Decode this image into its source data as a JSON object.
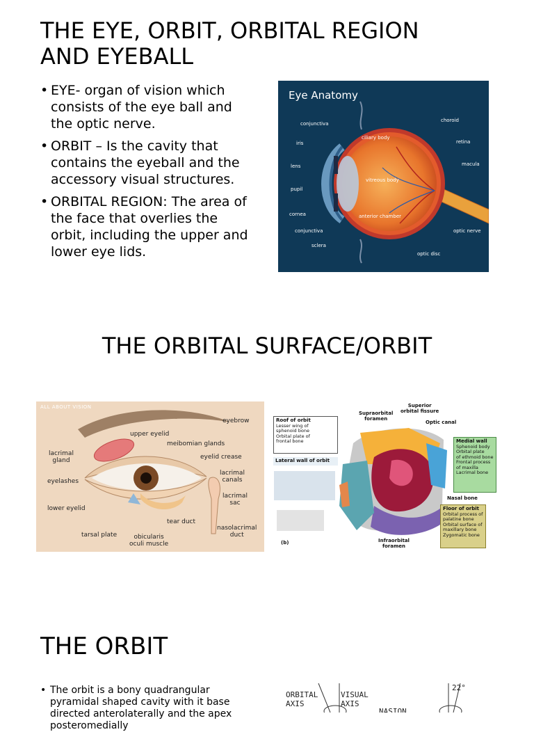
{
  "section1": {
    "title_line1": "THE EYE, ORBIT, ORBITAL REGION",
    "title_line2": "AND EYEBALL",
    "bullets": [
      "EYE- organ of vision which consists of the eye ball and the optic nerve.",
      "ORBIT – Is the cavity that contains the eyeball and the accessory visual structures.",
      "ORBITAL REGION: The area of the face that overlies the orbit, including the upper  and lower eye lids."
    ],
    "figure": {
      "title": "Eye Anatomy",
      "labels": {
        "conjunctiva_top": "conjunctiva",
        "iris": "iris",
        "lens": "lens",
        "pupil": "pupil",
        "cornea": "cornea",
        "conjunctiva_bottom": "conjunctiva",
        "sclera": "sclera",
        "ciliary_body": "ciliary body",
        "vitreous_body": "vitreous body",
        "anterior_chamber": "anterior chamber",
        "choroid": "choroid",
        "retina": "retina",
        "macula": "macula",
        "optic_nerve": "optic nerve",
        "optic_disc": "optic disc"
      }
    }
  },
  "section2": {
    "title": "THE ORBITAL SURFACE/ORBIT",
    "face_figure": {
      "brand": "ALL ABOUT VISION",
      "labels": {
        "eyebrow": "eyebrow",
        "upper_eyelid": "upper eyelid",
        "meibomian_glands": "meibomian glands",
        "lacrimal_gland": "lacrimal\ngland",
        "eyelid_crease": "eyelid crease",
        "eyelashes": "eyelashes",
        "lacrimal_canals": "lacrimal\ncanals",
        "lacrimal_sac": "lacrimal\nsac",
        "lower_eyelid": "lower eyelid",
        "tear_duct": "tear duct",
        "nasolacrimal_duct": "nasolacrimal\nduct",
        "tarsal_plate": "tarsal plate",
        "obicularis": "obicularis\noculi muscle"
      }
    },
    "skull_figure": {
      "roof_title": "Roof of orbit",
      "roof_items": "Lesser wing of\nsphenoid bone\nOrbital plate of\nfrontal bone",
      "lateral_title": "Lateral wall of orbit",
      "supraorbital": "Supraorbital\nforamen",
      "superior_fissure": "Superior\norbital fissure",
      "optic_canal": "Optic canal",
      "medial_title": "Medial wall",
      "medial_items": "Sphenoid body\nOrbital plate\nof ethmoid bone\nFrontal process\nof maxilla\nLacrimal bone",
      "nasal_bone": "Nasal bone",
      "floor_title": "Floor of orbit",
      "floor_items": "Orbital process of\npalatine bone\nOrbital surface of\nmaxillary bone\nZygomatic bone",
      "infraorbital": "Infraorbital\nforamen",
      "panel_letter": "(b)"
    }
  },
  "section3": {
    "title": "THE ORBIT",
    "bullet": "The orbit is a bony quadrangular pyramidal shaped cavity with it base directed anterolaterally and the apex posteromedially",
    "figure": {
      "orbital_axis": "ORBITAL\nAXIS",
      "visual_axis": "VISUAL\nAXIS",
      "nasion": "NASION",
      "angle": "22°"
    }
  },
  "colors": {
    "eye_panel_bg": "#0f3957",
    "face_panel_bg": "#efd8c0",
    "medial_box": "#a8dba0",
    "floor_box": "#d9d08a"
  }
}
